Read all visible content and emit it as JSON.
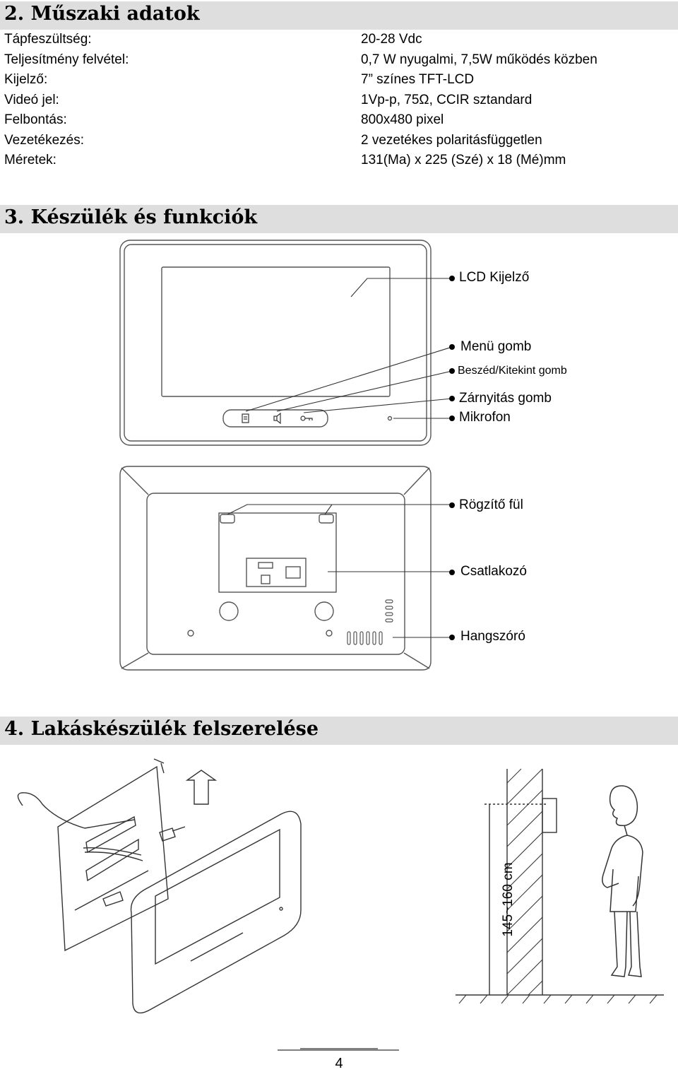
{
  "sections": {
    "specs": {
      "title": "2. Műszaki adatok"
    },
    "device": {
      "title": "3. Készülék és funkciók"
    },
    "install": {
      "title": "4. Lakáskészülék felszerelése"
    }
  },
  "specs": [
    {
      "label": "Tápfeszültség:",
      "value": "20-28 Vdc"
    },
    {
      "label": "Teljesítmény felvétel:",
      "value": "0,7 W nyugalmi, 7,5W működés közben"
    },
    {
      "label": "Kijelző:",
      "value": "7” színes TFT-LCD"
    },
    {
      "label": "Videó jel:",
      "value": "1Vp-p, 75Ω, CCIR sztandard"
    },
    {
      "label": "Felbontás:",
      "value": "800x480 pixel"
    },
    {
      "label": "Vezetékezés:",
      "value": "2 vezetékes polaritásfüggetlen"
    },
    {
      "label": "Méretek:",
      "value": "131(Ma) x 225 (Szé) x 18 (Mé)mm"
    }
  ],
  "front_callouts": [
    "LCD Kijelző",
    "Menü gomb",
    "Beszéd/Kitekint gomb",
    "Zárnyitás gomb",
    "Mikrofon"
  ],
  "back_callouts": [
    "Rögzítő fül",
    "Csatlakozó",
    "Hangszóró"
  ],
  "install": {
    "height_label": "145~160 cm"
  },
  "page_number": "4"
}
